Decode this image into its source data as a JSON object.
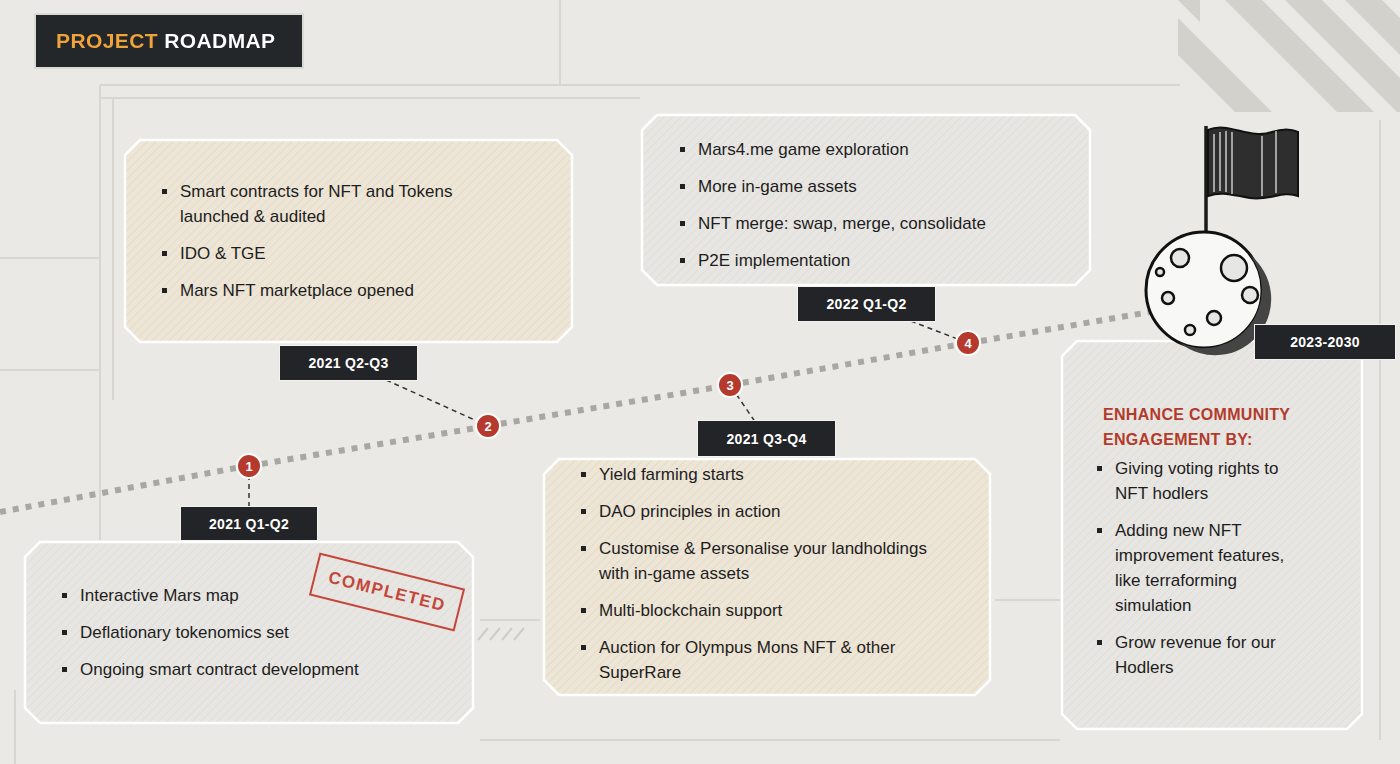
{
  "diagram": {
    "title": "PROJECT ROADMAP",
    "nodes": [
      {
        "text": [
          "Interactive Mars map",
          "Deflationary tokenomics set",
          "Ongoing smart contract development"
        ]
      },
      {
        "text": [
          "COMPLETED"
        ],
        "in": 0
      },
      {
        "text": [
          "2021 Q1-Q2"
        ]
      },
      {
        "text": [
          "1"
        ]
      },
      {
        "text": [
          "Smart contracts for NFT and Tokens launched & audited",
          "IDO & TGE",
          "Mars NFT marketplace opened"
        ]
      },
      {
        "text": [
          "2021 Q2-Q3"
        ]
      },
      {
        "text": [
          "2"
        ]
      },
      {
        "text": [
          "3"
        ]
      },
      {
        "text": [
          "2021 Q3-Q4"
        ]
      },
      {
        "text": [
          "Yield farming starts",
          "DAO principles in action",
          "Customise & Personalise your landholdings with in-game assets",
          "Multi-blockchain support",
          "Auction for Olympus Mons NFT & other SuperRare"
        ]
      },
      {
        "text": [
          "Mars4.me game exploration",
          "More in-game assets",
          "NFT merge: swap, merge, consolidate",
          "P2E implementation"
        ]
      },
      {
        "text": [
          "2022 Q1-Q2"
        ]
      },
      {
        "text": [
          "4"
        ]
      },
      {
        "text": [
          "2023-2030"
        ]
      },
      {
        "text": [
          "ENHANCE COMMUNITY ENGAGEMENT BY:",
          "Giving voting rights to NFT hodlers",
          "Adding new NFT improvement features, like terraforming simulation",
          "Grow revenue for our Hodlers"
        ]
      }
    ],
    "edges": [
      {
        "from": 2,
        "to": 3,
        "arrow": "none"
      },
      {
        "from": 5,
        "to": 6,
        "arrow": "none"
      },
      {
        "from": 8,
        "to": 7,
        "arrow": "none"
      },
      {
        "from": 11,
        "to": 12,
        "arrow": "none"
      },
      {
        "from": 3,
        "to": 6,
        "arrow": "none"
      },
      {
        "from": 6,
        "to": 7,
        "arrow": "none"
      },
      {
        "from": 7,
        "to": 12,
        "arrow": "none"
      }
    ]
  }
}
